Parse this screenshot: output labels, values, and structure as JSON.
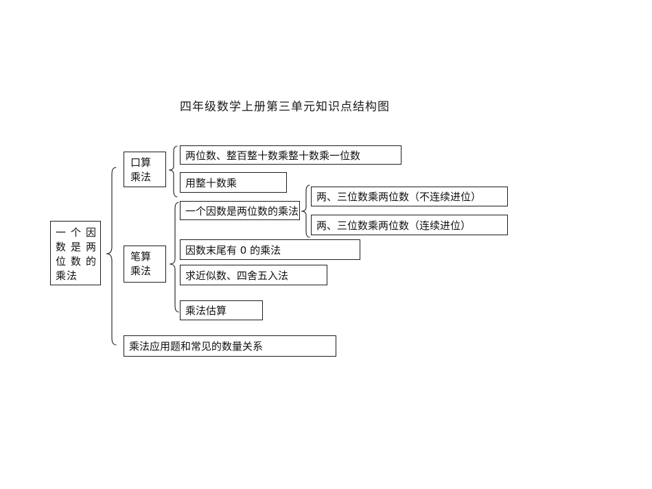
{
  "title": "四年级数学上册第三单元知识点结构图",
  "diagram": {
    "root": {
      "lines": [
        "一个因",
        "数是两",
        "位数的",
        "乘法"
      ]
    },
    "oral": {
      "label": {
        "line1": "口算",
        "line2": "乘法"
      },
      "children": [
        {
          "label": "两位数、整百整十数乘整十数乘一位数"
        },
        {
          "label": "用整十数乘"
        }
      ]
    },
    "written": {
      "label": {
        "line1": "笔算",
        "line2": "乘法"
      },
      "children": [
        {
          "label": "一个因数是两位数的乘法"
        },
        {
          "label": "因数末尾有 0 的乘法"
        },
        {
          "label": "求近似数、四舍五入法"
        },
        {
          "label": "乘法估算"
        }
      ]
    },
    "two_digit_factor": {
      "children": [
        {
          "label": "两、三位数乘两位数（不连续进位）"
        },
        {
          "label": "两、三位数乘两位数（连续进位）"
        }
      ]
    },
    "application": {
      "label": "乘法应用题和常见的数量关系"
    }
  },
  "colors": {
    "background": "#ffffff",
    "border": "#1a1a1a",
    "text": "#111111"
  }
}
